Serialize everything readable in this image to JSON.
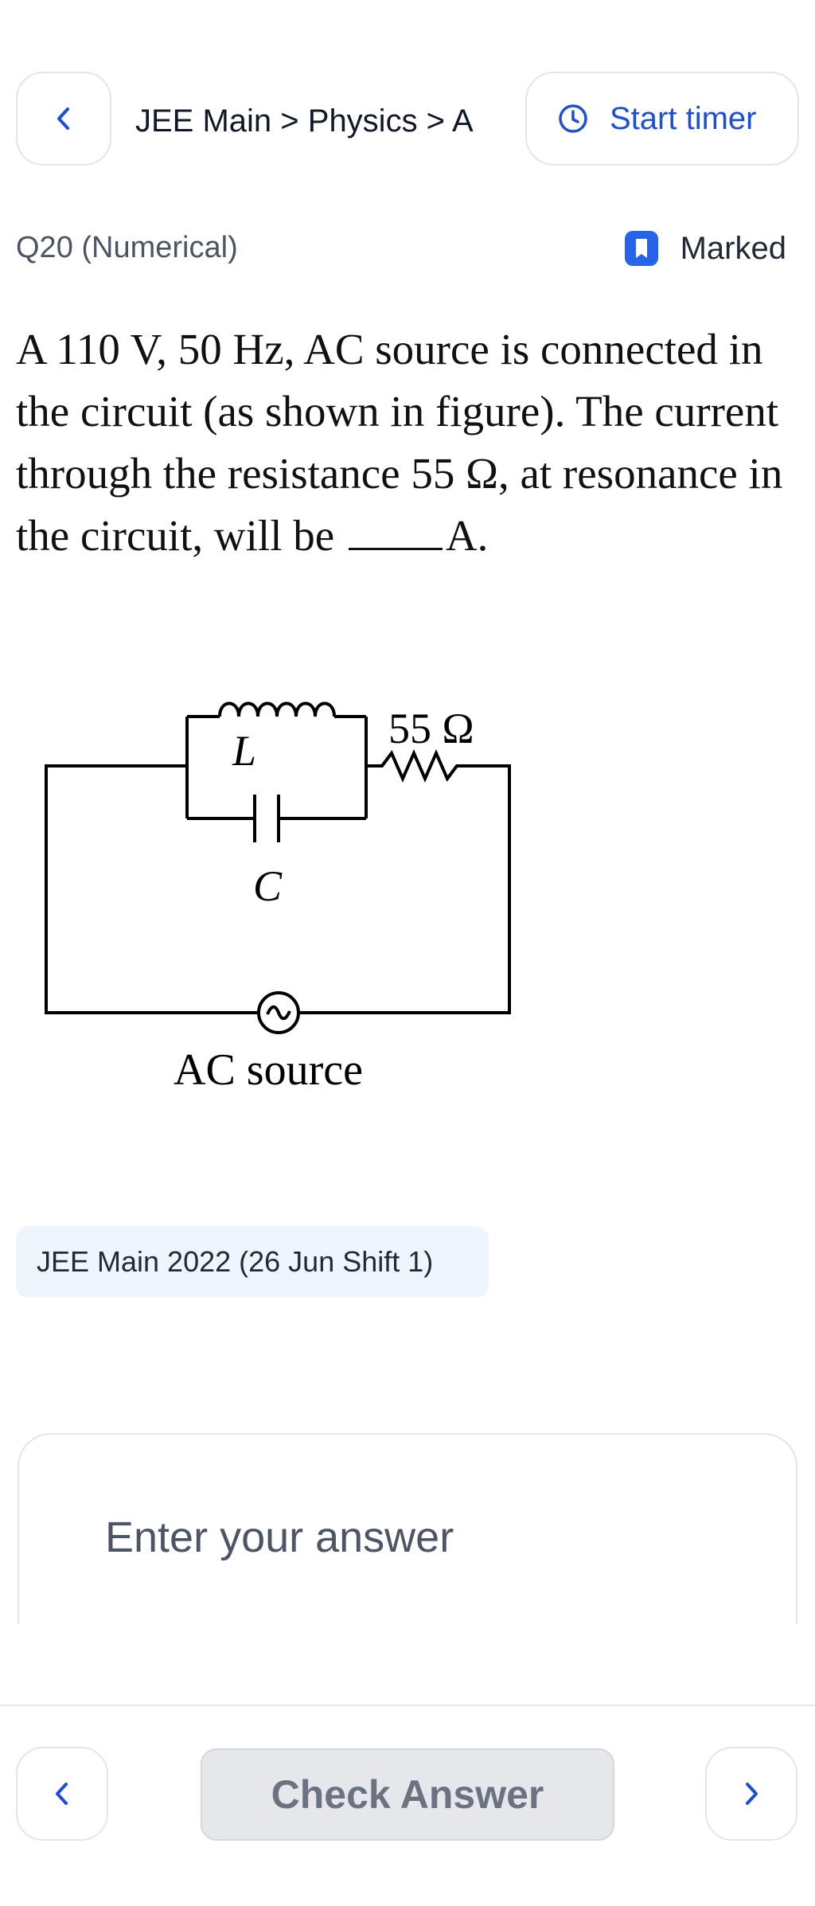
{
  "header": {
    "back_icon": "chevron-left-icon",
    "breadcrumb": "JEE Main > Physics > A",
    "timer_icon": "clock-icon",
    "timer_label": "Start timer"
  },
  "question_meta": {
    "type_label": "Q20 (Numerical)",
    "marked_icon": "bookmark-icon",
    "marked_label": "Marked"
  },
  "question": {
    "text_part1": "A 110 V, 50 Hz,  AC source is connected in the circuit (as shown in figure). The current through the resistance 55 Ω, at resonance in the circuit, will be ",
    "text_part2": "A."
  },
  "figure": {
    "inductor_label": "L",
    "resistor_label": "55 Ω",
    "capacitor_label": "C",
    "source_label": "AC source"
  },
  "source_tag": "JEE Main 2022 (26 Jun Shift 1)",
  "answer": {
    "value": "",
    "placeholder": "Enter your answer"
  },
  "footer": {
    "prev_icon": "chevron-left-icon",
    "check_label": "Check Answer",
    "next_icon": "chevron-right-icon"
  },
  "colors": {
    "accent": "#1d4ed8",
    "marked_icon": "#2563eb",
    "tag_background": "#eef5fd",
    "check_button_background": "#e5e7eb"
  }
}
